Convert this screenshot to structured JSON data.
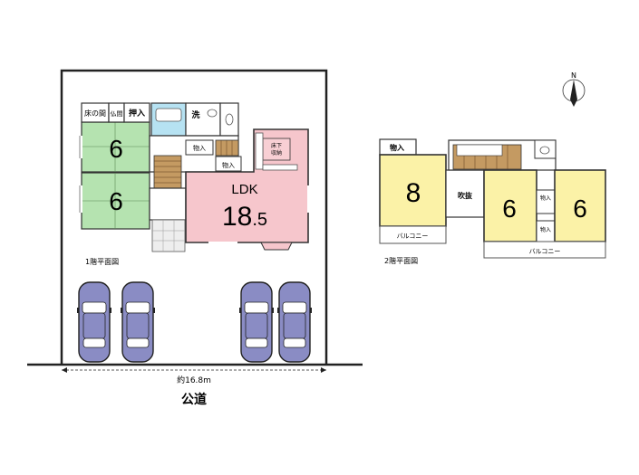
{
  "floor1": {
    "caption": "1階平面図",
    "rooms": {
      "washitsu_a": "6",
      "washitsu_b": "6",
      "ldk_name": "LDK",
      "ldk_size_int": "18",
      "ldk_size_dec": ".5"
    },
    "labels": {
      "tokonoma": "床の間",
      "butsuma": "仏間",
      "oshiire": "押入",
      "senmen": "洗",
      "monoire": "物入",
      "monoire2": "物入",
      "yukashita_1": "床下",
      "yukashita_2": "収納"
    }
  },
  "floor2": {
    "caption": "2階平面図",
    "rooms": {
      "room_8": "8",
      "room_6a": "6",
      "room_6b": "6"
    },
    "labels": {
      "monoire_top": "物入",
      "fukinuke": "吹抜",
      "balcony_left": "バルコニー",
      "balcony_right": "バルコニー",
      "monoire_a": "物入",
      "monoire_b": "物入"
    }
  },
  "site": {
    "frontage": "約16.8m",
    "road": "公道",
    "compass": "N",
    "car_count": 4
  },
  "colors": {
    "washitsu": "#b5e3b0",
    "ldk": "#f6c6cc",
    "room2f": "#fbf2a7",
    "bath": "#b6e2f2",
    "stair": "#c49a62",
    "car_body": "#8a8cc4",
    "yukashita": "#f8cfd4"
  }
}
